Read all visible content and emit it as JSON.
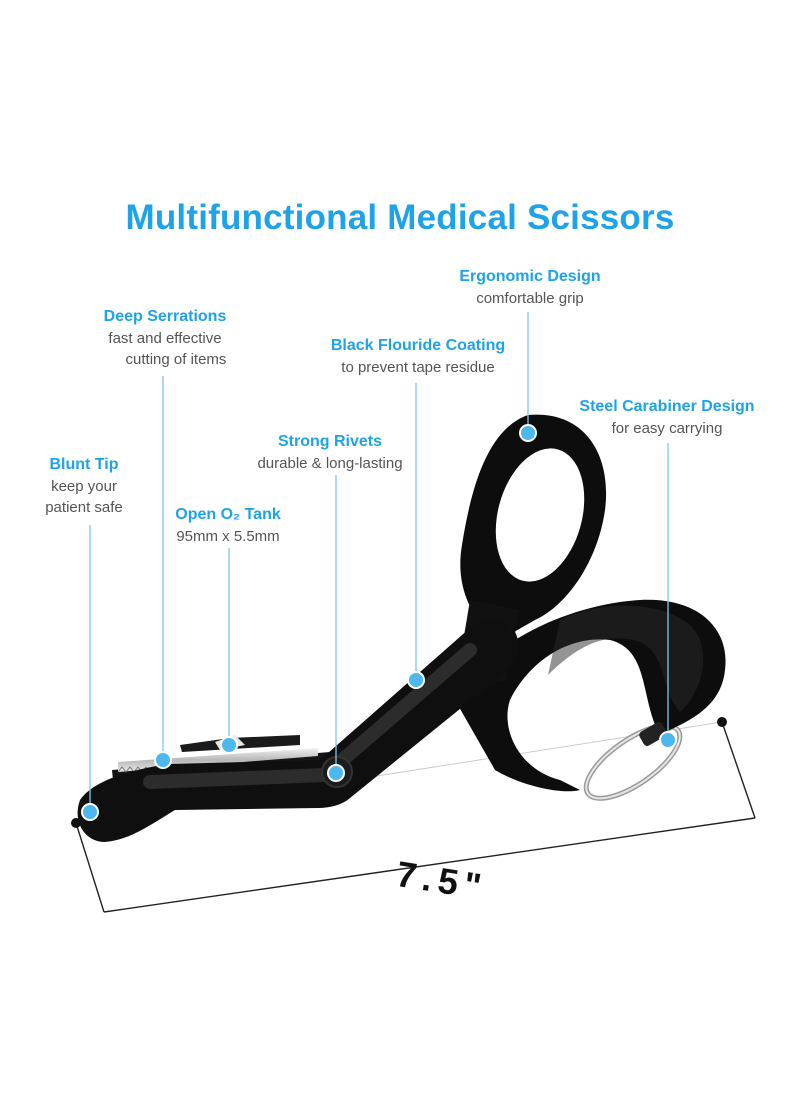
{
  "title": "Multifunctional Medical Scissors",
  "accent_color": "#1ea3e8",
  "features": {
    "ergonomic": {
      "heading": "Ergonomic Design",
      "desc": [
        "comfortable grip"
      ]
    },
    "serrations": {
      "heading": "Deep Serrations",
      "desc": [
        "fast and effective",
        "cutting of items"
      ]
    },
    "coating": {
      "heading": "Black Flouride Coating",
      "desc": [
        "to prevent tape residue"
      ]
    },
    "carabiner": {
      "heading": "Steel Carabiner Design",
      "desc": [
        "for easy carrying"
      ]
    },
    "rivets": {
      "heading": "Strong Rivets",
      "desc": [
        "durable & long-lasting"
      ]
    },
    "blunt_tip": {
      "heading": "Blunt Tip",
      "desc": [
        "keep your",
        "patient safe"
      ]
    },
    "o2_tank": {
      "heading": "Open O₂ Tank",
      "desc": [
        "95mm x 5.5mm"
      ]
    }
  },
  "dimension": "7.5\""
}
